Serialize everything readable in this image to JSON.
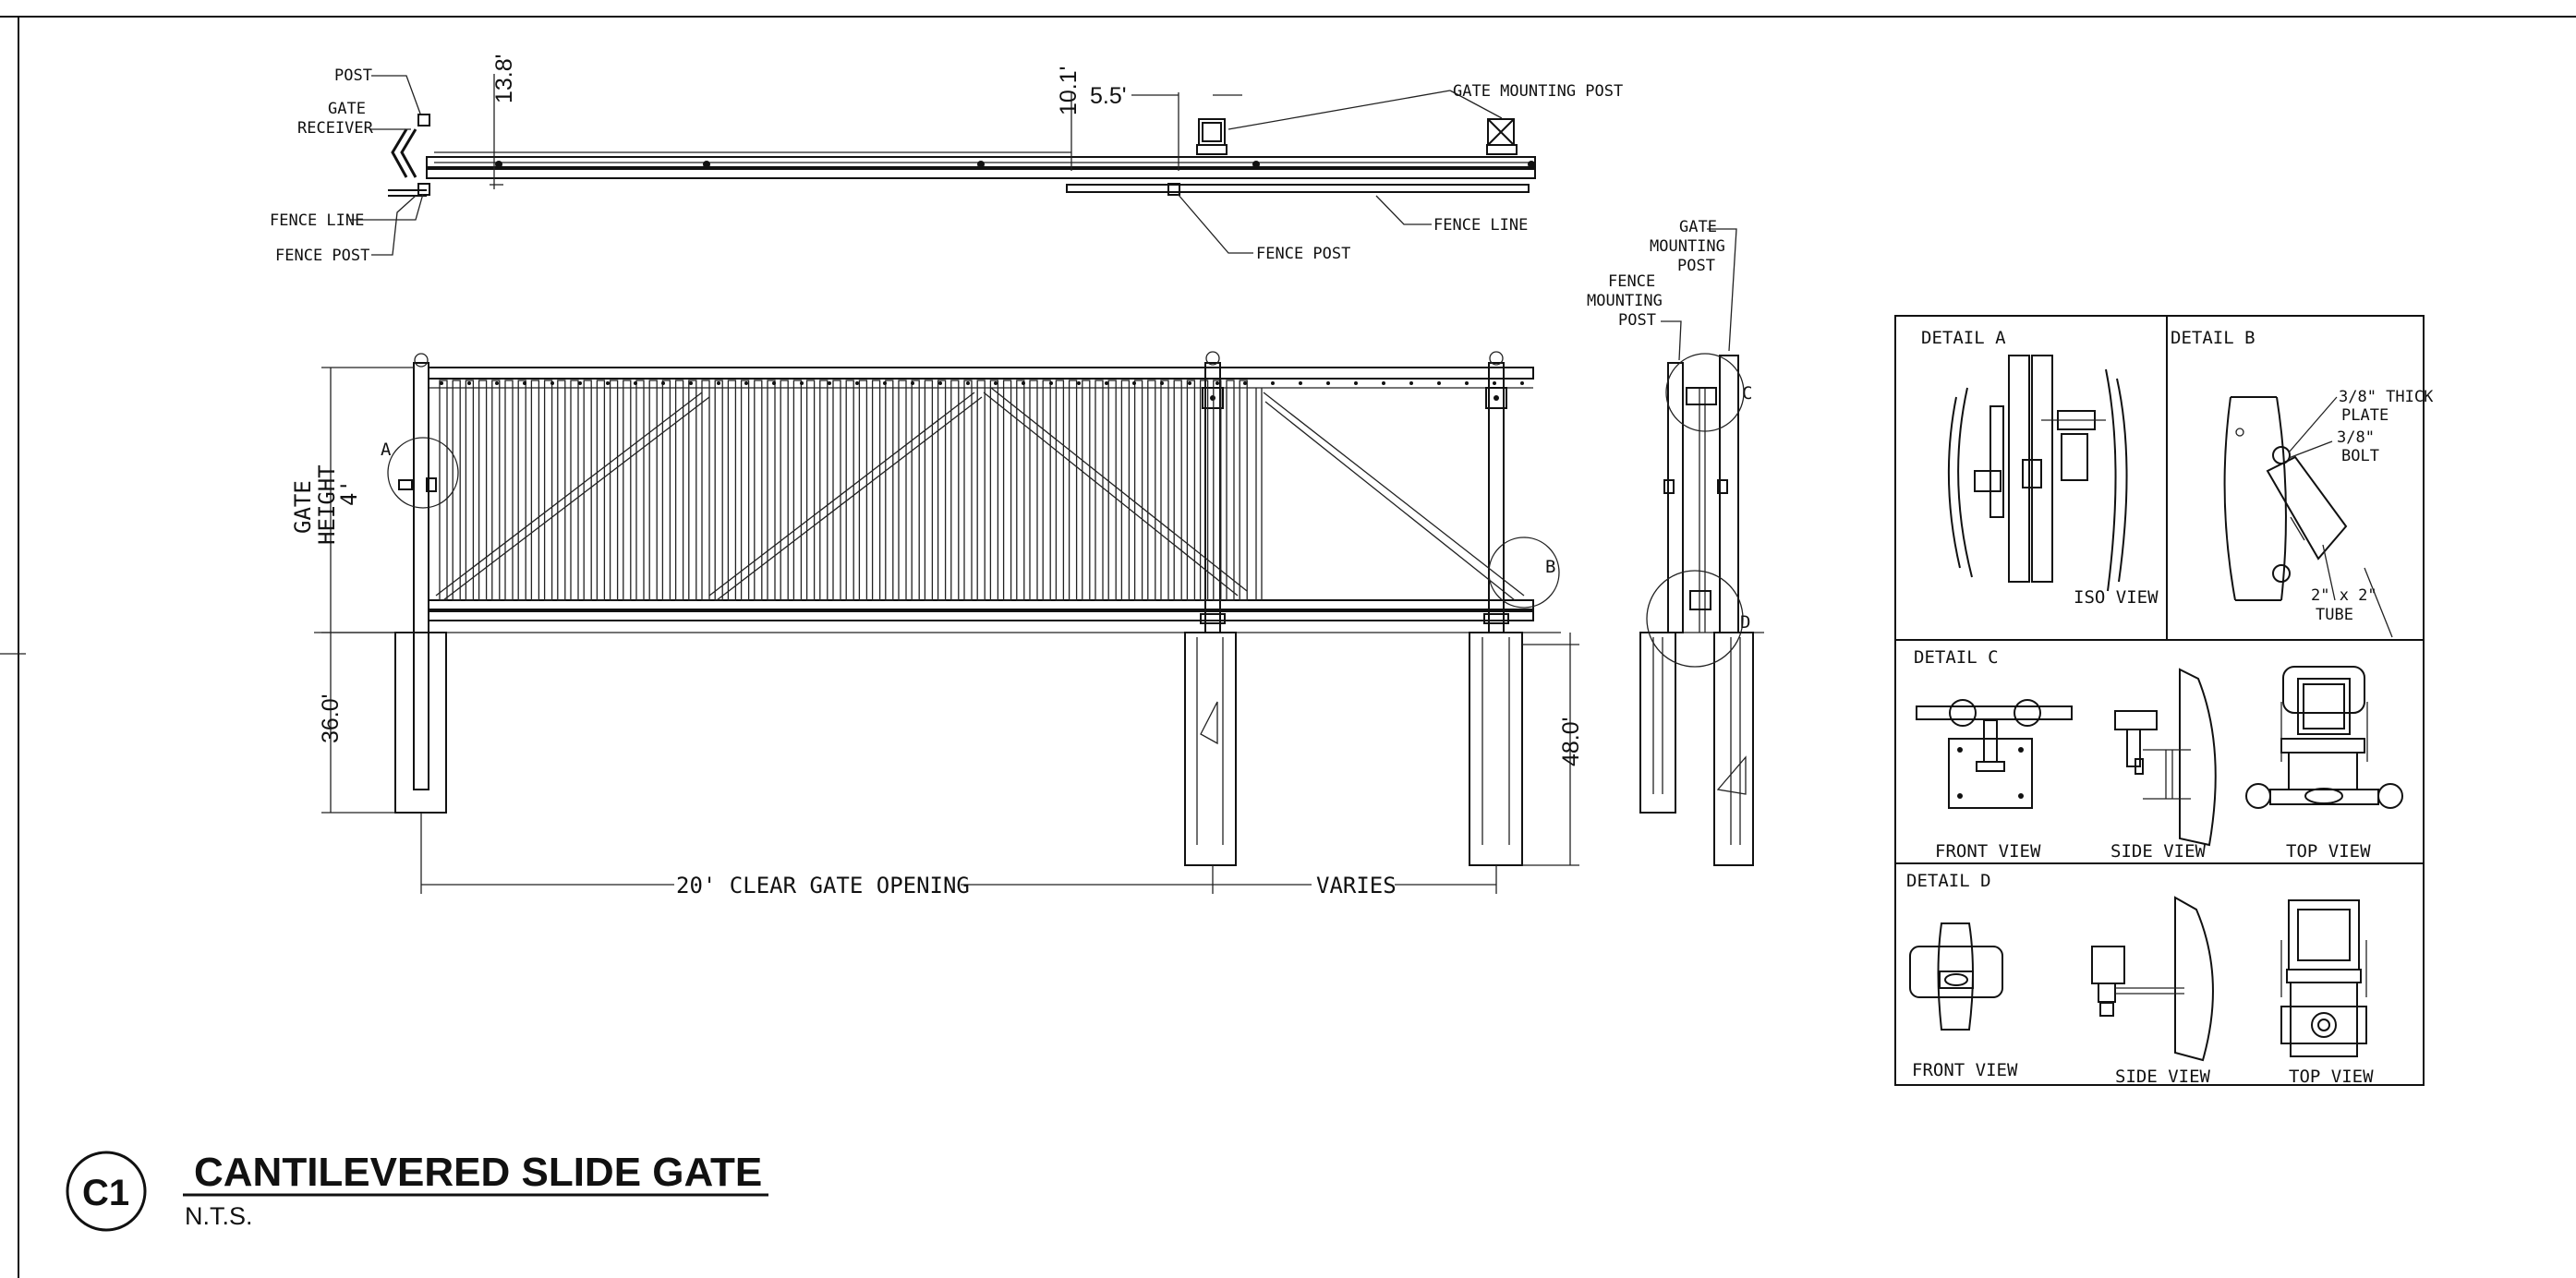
{
  "plan": {
    "post": "POST",
    "gate_receiver_1": "GATE",
    "gate_receiver_2": "RECEIVER",
    "fence_line_left": "FENCE LINE",
    "fence_post_left": "FENCE POST",
    "dim_13_8": "13.8'",
    "dim_10_1": "10.1'",
    "dim_5_5": "5.5'",
    "gate_mounting_post": "GATE MOUNTING POST",
    "fence_line_right": "FENCE LINE",
    "fence_post_right": "FENCE POST"
  },
  "elevation": {
    "gate_height_1": "GATE",
    "gate_height_2": "HEIGHT",
    "gate_height_3": "4'",
    "dim_36": "36.0'",
    "dim_48": "48.0'",
    "clear_opening": "20' CLEAR GATE OPENING",
    "varies": "VARIES",
    "callout_a": "A",
    "callout_b": "B"
  },
  "side": {
    "gate_mounting_post_1": "GATE",
    "gate_mounting_post_2": "MOUNTING",
    "gate_mounting_post_3": "POST",
    "fence_mounting_post_1": "FENCE",
    "fence_mounting_post_2": "MOUNTING",
    "fence_mounting_post_3": "POST",
    "callout_c": "C",
    "callout_d": "D"
  },
  "details": {
    "detail_a": "DETAIL A",
    "iso_view": "ISO VIEW",
    "detail_b": "DETAIL B",
    "plate_1": "3/8\" THICK",
    "plate_2": "PLATE",
    "bolt_1": "3/8\"",
    "bolt_2": "BOLT",
    "tube_1": "2\" x 2\"",
    "tube_2": "TUBE",
    "detail_c": "DETAIL C",
    "c_front": "FRONT VIEW",
    "c_side": "SIDE VIEW",
    "c_top": "TOP VIEW",
    "detail_d": "DETAIL D",
    "d_front": "FRONT VIEW",
    "d_side": "SIDE VIEW",
    "d_top": "TOP VIEW"
  },
  "title_block": {
    "badge": "C1",
    "title": "CANTILEVERED SLIDE GATE",
    "scale": "N.T.S."
  }
}
